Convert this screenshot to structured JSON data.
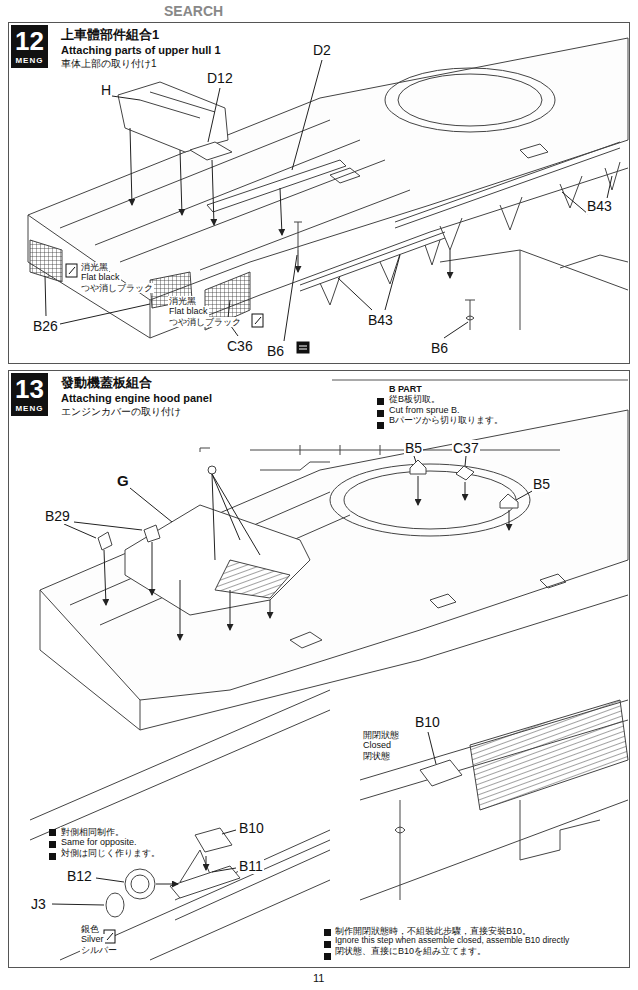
{
  "diagram": {
    "nodes": [
      {
        "text": [
          "上車體部件組合1",
          "Attaching parts of upper hull 1",
          "車体上部の取り付け1"
        ]
      },
      {
        "text": [
          "12",
          "MENG"
        ],
        "in": 0
      },
      {
        "text": [
          "發動機蓋板組合",
          "Attaching engine hood panel",
          "エンジンカバーの取り付け"
        ]
      },
      {
        "text": [
          "13",
          "MENG"
        ],
        "in": 2
      }
    ],
    "labels": [
      "SEARCH",
      "H",
      "D12",
      "D2",
      "B43",
      "B43",
      "B26",
      "消光黑",
      "Flat black",
      "つや消しブラック",
      "消光黑",
      "Flat black",
      "つや消しブラック",
      "C36",
      "B6",
      "B6",
      "B PART",
      "從B板切取。",
      "Cut from sprue B.",
      "Bパーツから切り取ります。",
      "B5",
      "C37",
      "G",
      "B29",
      "B5",
      "對側相同制作。",
      "Same for opposite.",
      "対側は同じく作ります。",
      "B10",
      "B12",
      "B11",
      "J3",
      "銀色",
      "Silver",
      "シルバー",
      "開閉狀態",
      "Closed",
      "閉状態",
      "B10",
      "制作開閉狀態時，不組裝此步驟，直接安裝B10。",
      "Ignore this step when assemble closed, assemble B10 directly",
      "閉状態、直接にB10を組み立てます。",
      "11"
    ]
  }
}
